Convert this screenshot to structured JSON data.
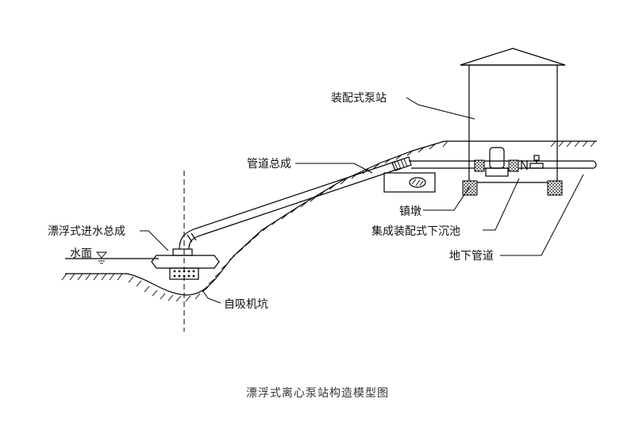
{
  "labels": {
    "pump_station": "装配式泵站",
    "pipe_assembly": "管道总成",
    "float_intake": "漂浮式进水总成",
    "water_surface": "水面",
    "self_priming_pit": "自吸机坑",
    "thrust_block": "镇墩",
    "sump": "集成装配式下沉池",
    "underground_pipe": "地下管道"
  },
  "caption": "漂浮式离心泵站构造模型图"
}
